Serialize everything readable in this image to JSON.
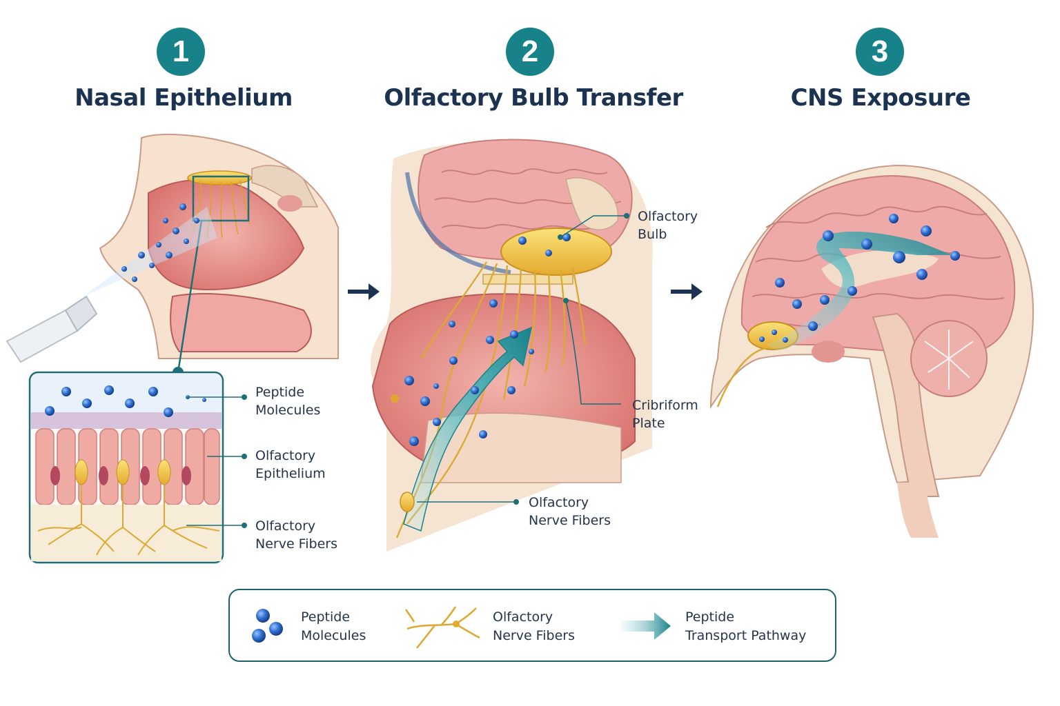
{
  "steps": [
    {
      "number": "1",
      "title": "Nasal Epithelium"
    },
    {
      "number": "2",
      "title": "Olfactory Bulb Transfer"
    },
    {
      "number": "3",
      "title": "CNS Exposure"
    }
  ],
  "panel1_labels": {
    "peptide": [
      "Peptide",
      "Molecules"
    ],
    "epithelium": [
      "Olfactory",
      "Epithelium"
    ],
    "nerves": [
      "Olfactory",
      "Nerve Fibers"
    ]
  },
  "panel2_labels": {
    "bulb": [
      "Olfactory",
      "Bulb"
    ],
    "plate": [
      "Cribriform",
      "Plate"
    ],
    "nerves": [
      "Olfactory",
      "Nerve Fibers"
    ]
  },
  "legend": [
    {
      "icon": "peptide-molecules-icon",
      "lines": [
        "Peptide",
        "Molecules"
      ]
    },
    {
      "icon": "nerve-fiber-icon",
      "lines": [
        "Olfactory",
        "Nerve Fibers"
      ]
    },
    {
      "icon": "transport-arrow-icon",
      "lines": [
        "Peptide",
        "Transport Pathway"
      ]
    }
  ],
  "colors": {
    "accent": "#17828a",
    "title": "#1b3350",
    "peptide": "#2f6fd0",
    "nerve": "#e0b23a",
    "tissue": "#e58f8f",
    "brain": "#eeaaa8"
  }
}
